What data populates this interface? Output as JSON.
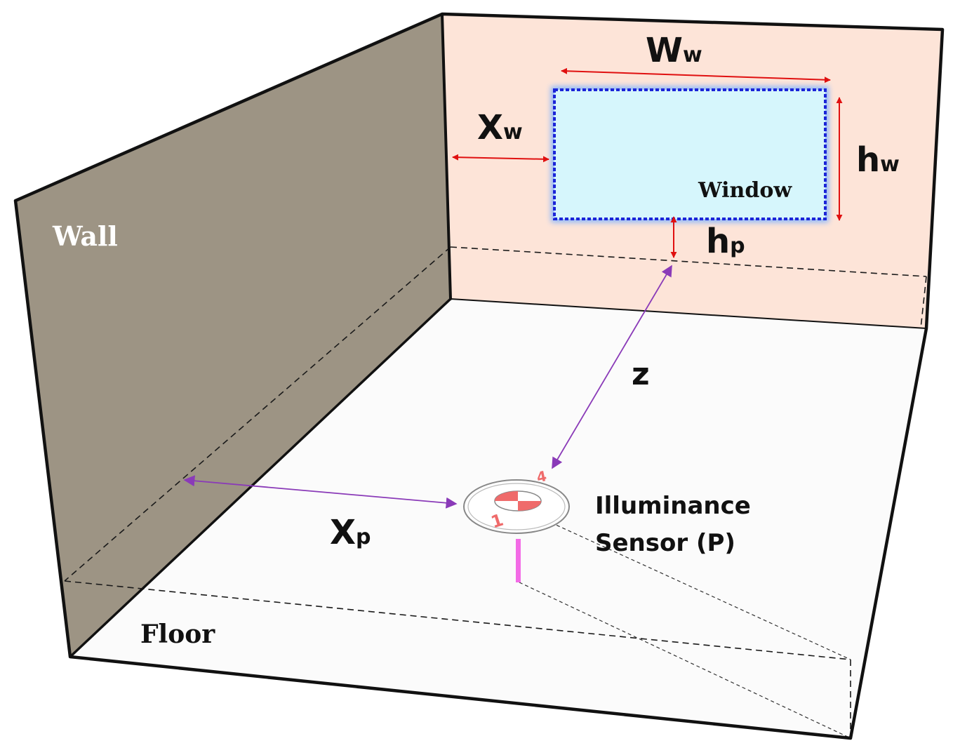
{
  "labels": {
    "wall": "Wall",
    "floor": "Floor",
    "window": "Window",
    "ww_main": "W",
    "ww_sub": "w",
    "xw_main": "X",
    "xw_sub": "w",
    "hw_main": "h",
    "hw_sub": "w",
    "hp_main": "h",
    "hp_sub": "p",
    "z": "z",
    "xp_main": "X",
    "xp_sub": "p",
    "sensor_line1": "Illuminance",
    "sensor_line2": "Sensor (P)",
    "sensor_mark_1": "1",
    "sensor_mark_4": "4"
  },
  "colors": {
    "side_wall": "#9d9484",
    "back_wall": "#fde4d8",
    "floor": "#fbfbfb",
    "window_fill": "#d6f6fc",
    "window_border": "#1b24d8",
    "dimension_red": "#e01010",
    "distance_purple": "#8a3ab8",
    "sensor_red": "#ef6b6b",
    "sensor_stem": "#f36be6",
    "edge": "#111111"
  }
}
